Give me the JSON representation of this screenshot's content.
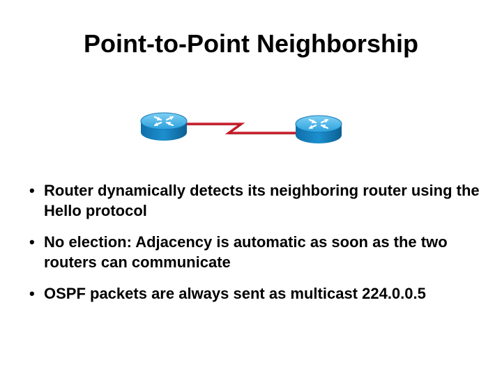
{
  "slide": {
    "title": "Point-to-Point Neighborship",
    "bullet_glyph": "•",
    "bullets": [
      "Router dynamically detects its neighboring router using the Hello protocol",
      "No election: Adjacency is automatic as soon as the two routers can communicate",
      "OSPF packets are always sent as multicast 224.0.0.5"
    ]
  },
  "diagram": {
    "nodes": [
      {
        "icon": "router-icon"
      },
      {
        "icon": "router-icon"
      }
    ],
    "link": {
      "icon": "serial-link-icon",
      "color": "#cc1f2d"
    },
    "router_color": "#1a8fd0"
  }
}
